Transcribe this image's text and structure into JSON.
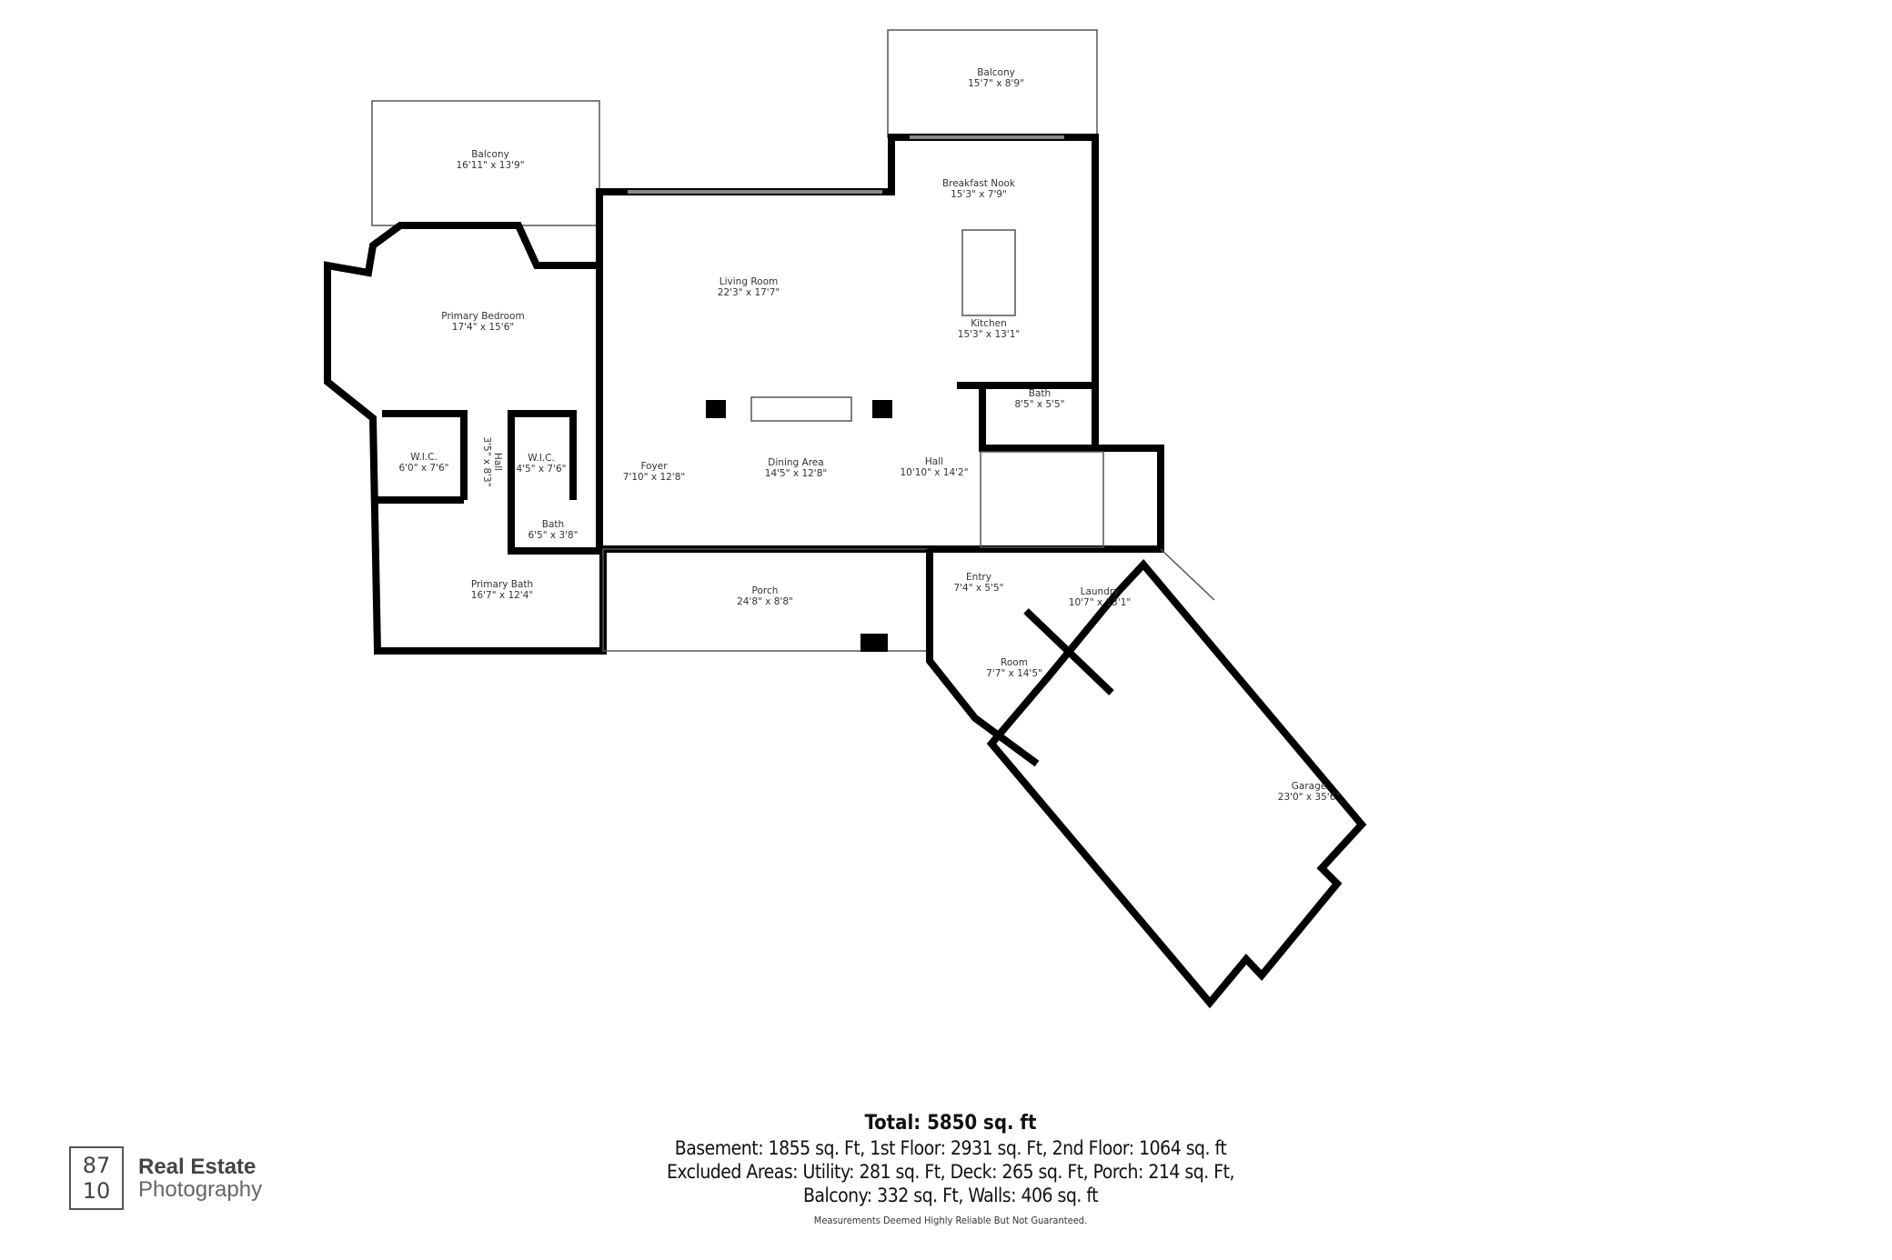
{
  "rooms": {
    "balcony_left": {
      "name": "Balcony",
      "dims": "16'11\" x 13'9\""
    },
    "balcony_right": {
      "name": "Balcony",
      "dims": "15'7\" x 8'9\""
    },
    "breakfast_nook": {
      "name": "Breakfast Nook",
      "dims": "15'3\" x 7'9\""
    },
    "living_room": {
      "name": "Living Room",
      "dims": "22'3\" x 17'7\""
    },
    "primary_bedroom": {
      "name": "Primary Bedroom",
      "dims": "17'4\" x 15'6\""
    },
    "kitchen": {
      "name": "Kitchen",
      "dims": "15'3\" x 13'1\""
    },
    "bath_upper": {
      "name": "Bath",
      "dims": "8'5\" x 5'5\""
    },
    "wic_left": {
      "name": "W.I.C.",
      "dims": "6'0\" x 7'6\""
    },
    "hall_vertical": {
      "name": "Hall",
      "dims": "3'5\" x 8'3\""
    },
    "wic_right": {
      "name": "W.I.C.",
      "dims": "4'5\" x 7'6\""
    },
    "foyer": {
      "name": "Foyer",
      "dims": "7'10\" x 12'8\""
    },
    "dining_area": {
      "name": "Dining Area",
      "dims": "14'5\" x 12'8\""
    },
    "hall": {
      "name": "Hall",
      "dims": "10'10\" x 14'2\""
    },
    "bath_small": {
      "name": "Bath",
      "dims": "6'5\" x 3'8\""
    },
    "primary_bath": {
      "name": "Primary Bath",
      "dims": "16'7\" x 12'4\""
    },
    "porch": {
      "name": "Porch",
      "dims": "24'8\" x 8'8\""
    },
    "entry": {
      "name": "Entry",
      "dims": "7'4\" x 5'5\""
    },
    "laundry": {
      "name": "Laundry",
      "dims": "10'7\" x 13'1\""
    },
    "room": {
      "name": "Room",
      "dims": "7'7\" x 14'5\""
    },
    "garage": {
      "name": "Garage",
      "dims": "23'0\" x 35'6\""
    }
  },
  "summary": {
    "total": "Total: 5850 sq. ft",
    "line1": "Basement: 1855 sq. Ft, 1st Floor: 2931 sq. Ft, 2nd Floor: 1064 sq. ft",
    "line2": "Excluded Areas: Utility: 281 sq. Ft, Deck: 265 sq. Ft, Porch: 214 sq. Ft,",
    "line3": "Balcony: 332 sq. Ft, Walls: 406 sq. ft",
    "disclaimer": "Measurements Deemed Highly Reliable But Not Guaranteed."
  },
  "logo": {
    "number_top": "87",
    "number_bottom": "10",
    "line1": "Real Estate",
    "line2": "Photography"
  }
}
